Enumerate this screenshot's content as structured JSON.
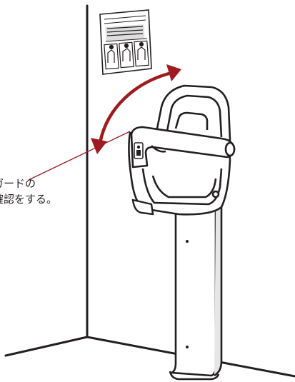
{
  "caption": {
    "line1": "ガードの",
    "line2": "確認をする。"
  },
  "colors": {
    "ink": "#231f20",
    "arrow": "#9e1b1f",
    "leader": "#9e1b1f",
    "background": "#ffffff"
  },
  "icons": {
    "instruction_placard": "placard-with-diagrams",
    "seat_badge": "child-seat-pictogram"
  }
}
